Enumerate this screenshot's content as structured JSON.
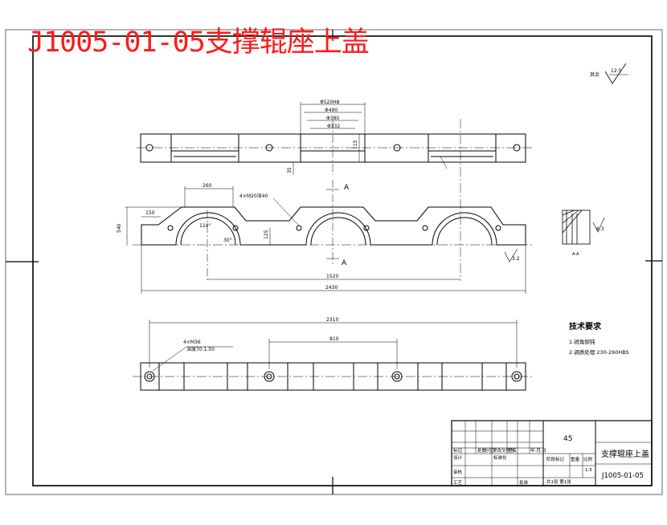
{
  "title": "J1005-01-05支撑辊座上盖",
  "colors": {
    "title": "#ff1a1a",
    "line": "#000000",
    "paper": "#ffffff"
  },
  "roughness": {
    "label": "其余",
    "value": "12.5"
  },
  "top_view": {
    "dims": [
      "Φ520H8",
      "Φ490",
      "Φ380",
      "Φ332",
      "115",
      "35"
    ]
  },
  "front_view": {
    "dims": [
      "260",
      "150",
      "540",
      "4×M20深40",
      "110°",
      "30°",
      "125",
      "1520",
      "2430"
    ],
    "section_marks": [
      "A",
      "A"
    ],
    "roughness": "3.2"
  },
  "bottom_view": {
    "dims": [
      "2310",
      "4×M36",
      "深度70.1.50",
      "810"
    ]
  },
  "section_view": {
    "label": "A-A",
    "roughness": "6.3"
  },
  "tech_requirements": {
    "heading": "技术要求",
    "items": [
      "1.锐角倒钝",
      "2.调质处理 230-260HBS"
    ]
  },
  "title_block": {
    "material": "45",
    "part_name": "支撑辊座上盖",
    "drawing_no": "J1005-01-05",
    "scale": "1:5",
    "cells": {
      "mark": "标记",
      "count": "处数",
      "zone": "分区",
      "doc": "更改文件号",
      "sign": "签名",
      "date": "年.月.日",
      "design": "设计",
      "standard": "标准化",
      "review": "审核",
      "process": "工艺",
      "approve": "批准",
      "stage": "阶段标记",
      "weight": "重量",
      "ratio": "比例",
      "sheets": "共1张 第1张"
    }
  }
}
